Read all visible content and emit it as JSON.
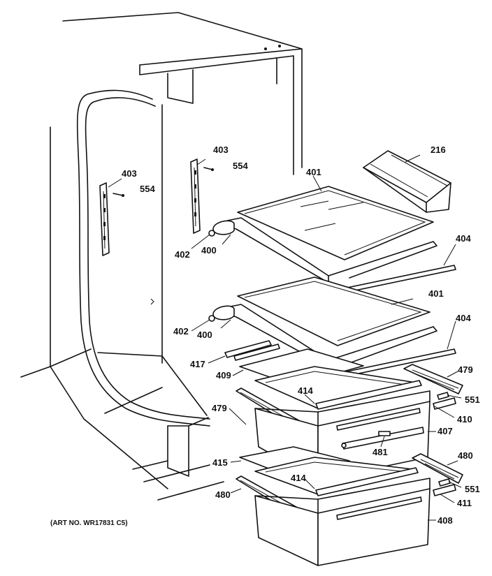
{
  "diagram": {
    "art_number": "(ART NO. WR17831 C5)",
    "labels": {
      "l216": "216",
      "l400a": "400",
      "l400b": "400",
      "l401a": "401",
      "l401b": "401",
      "l402a": "402",
      "l402b": "402",
      "l403a": "403",
      "l403b": "403",
      "l404a": "404",
      "l404b": "404",
      "l407": "407",
      "l408": "408",
      "l409": "409",
      "l410": "410",
      "l411": "411",
      "l414a": "414",
      "l414b": "414",
      "l415": "415",
      "l417": "417",
      "l479a": "479",
      "l479b": "479",
      "l480a": "480",
      "l480b": "480",
      "l481": "481",
      "l551a": "551",
      "l551b": "551",
      "l554a": "554",
      "l554b": "554"
    }
  }
}
